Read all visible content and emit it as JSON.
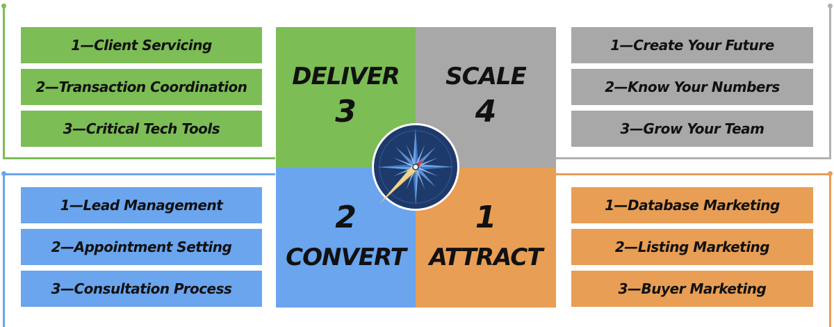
{
  "colors": {
    "green": "#7CBD56",
    "gray": "#A8A8A8",
    "blue": "#6AA5EE",
    "orange": "#E89E55",
    "compass_navy": "#1E3A6B"
  },
  "icons": [
    "compass-icon"
  ],
  "quadrants": {
    "deliver": {
      "word": "DELIVER",
      "number": "3"
    },
    "scale": {
      "word": "SCALE",
      "number": "4"
    },
    "convert": {
      "word": "CONVERT",
      "number": "2"
    },
    "attract": {
      "word": "ATTRACT",
      "number": "1"
    }
  },
  "deliver_items": [
    "1—Client Servicing",
    "2—Transaction Coordination",
    "3—Critical Tech Tools"
  ],
  "scale_items": [
    "1—Create Your Future",
    "2—Know Your Numbers",
    "3—Grow Your Team"
  ],
  "convert_items": [
    "1—Lead Management",
    "2—Appointment Setting",
    "3—Consultation Process"
  ],
  "attract_items": [
    "1—Database Marketing",
    "2—Listing Marketing",
    "3—Buyer Marketing"
  ]
}
